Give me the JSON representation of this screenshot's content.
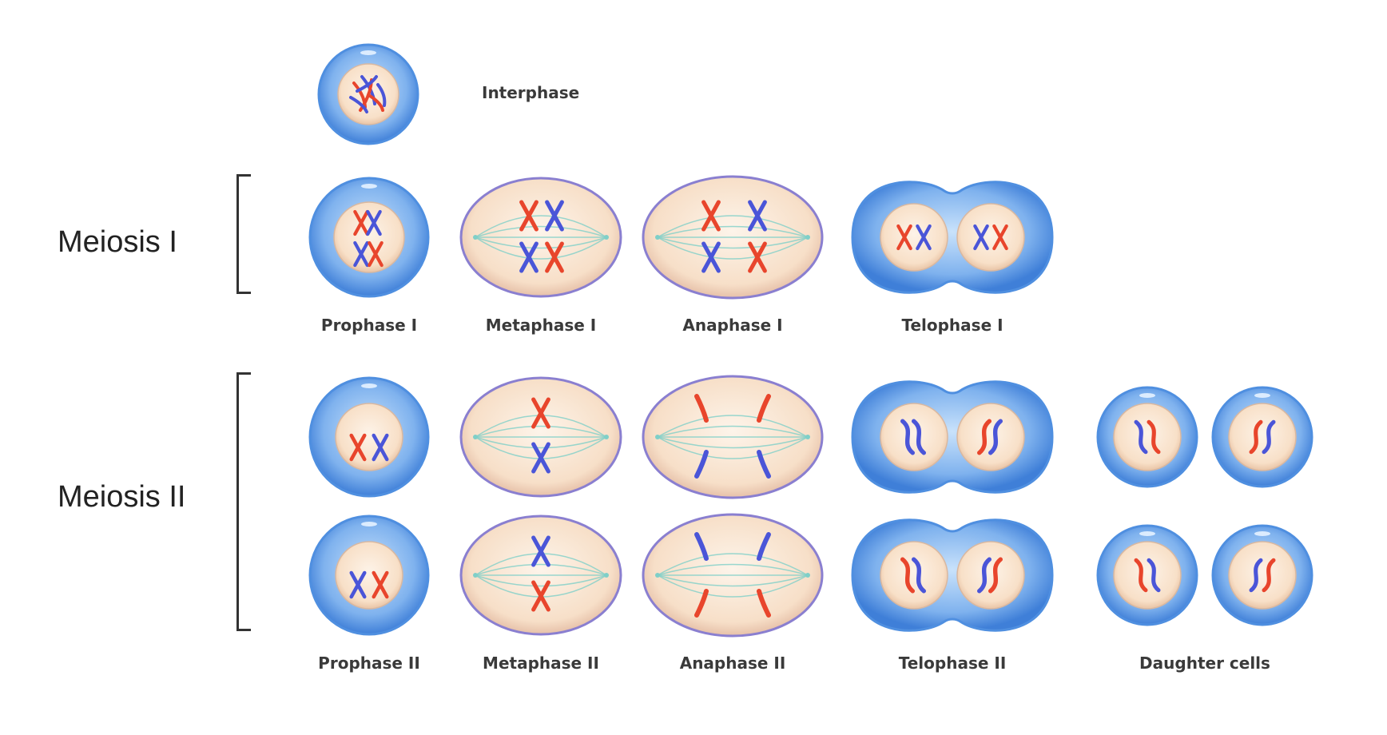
{
  "sections": {
    "meiosis_1": "Meiosis I",
    "meiosis_2": "Meiosis II"
  },
  "stages": {
    "interphase": "Interphase",
    "prophase_1": "Prophase I",
    "metaphase_1": "Metaphase I",
    "anaphase_1": "Anaphase I",
    "telophase_1": "Telophase I",
    "prophase_2": "Prophase II",
    "metaphase_2": "Metaphase II",
    "anaphase_2": "Anaphase II",
    "telophase_2": "Telophase II",
    "daughter_cells": "Daughter cells"
  },
  "colors": {
    "cytoplasm_blue": "#4f8fe0",
    "cytoplasm_light": "#9cc8f5",
    "nucleus": "#fbe6d2",
    "chromosome_red": "#e8452c",
    "chromosome_blue": "#4a55d8",
    "spindle": "#7fcfc8"
  }
}
